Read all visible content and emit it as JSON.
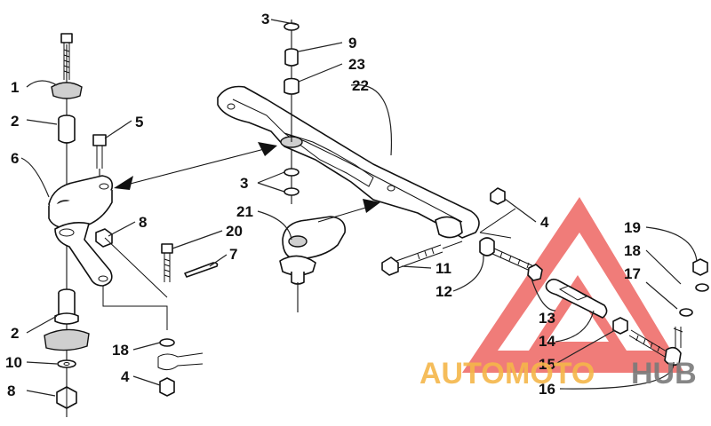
{
  "callouts": [
    {
      "id": "c1",
      "label": "1"
    },
    {
      "id": "c2a",
      "label": "2"
    },
    {
      "id": "c2b",
      "label": "2"
    },
    {
      "id": "c3a",
      "label": "3"
    },
    {
      "id": "c3b",
      "label": "3"
    },
    {
      "id": "c4a",
      "label": "4"
    },
    {
      "id": "c4b",
      "label": "4"
    },
    {
      "id": "c5",
      "label": "5"
    },
    {
      "id": "c6",
      "label": "6"
    },
    {
      "id": "c7",
      "label": "7"
    },
    {
      "id": "c8a",
      "label": "8"
    },
    {
      "id": "c8b",
      "label": "8"
    },
    {
      "id": "c9",
      "label": "9"
    },
    {
      "id": "c10",
      "label": "10"
    },
    {
      "id": "c11",
      "label": "11"
    },
    {
      "id": "c12",
      "label": "12"
    },
    {
      "id": "c13",
      "label": "13"
    },
    {
      "id": "c14",
      "label": "14"
    },
    {
      "id": "c15",
      "label": "15"
    },
    {
      "id": "c16",
      "label": "16"
    },
    {
      "id": "c17",
      "label": "17"
    },
    {
      "id": "c18a",
      "label": "18"
    },
    {
      "id": "c18b",
      "label": "18"
    },
    {
      "id": "c19",
      "label": "19"
    },
    {
      "id": "c20",
      "label": "20"
    },
    {
      "id": "c21",
      "label": "21"
    },
    {
      "id": "c22",
      "label": "22"
    },
    {
      "id": "c23",
      "label": "23"
    }
  ],
  "watermark": {
    "part1": "AUTO",
    "part2": "MOTO",
    "part3": "HUB",
    "color_part1": "#f5b64a",
    "color_part2": "#f5b64a",
    "color_part3": "#7a7a7a",
    "triangle_color": "#e8322e",
    "logo_icon": "triangle-logo-icon"
  }
}
